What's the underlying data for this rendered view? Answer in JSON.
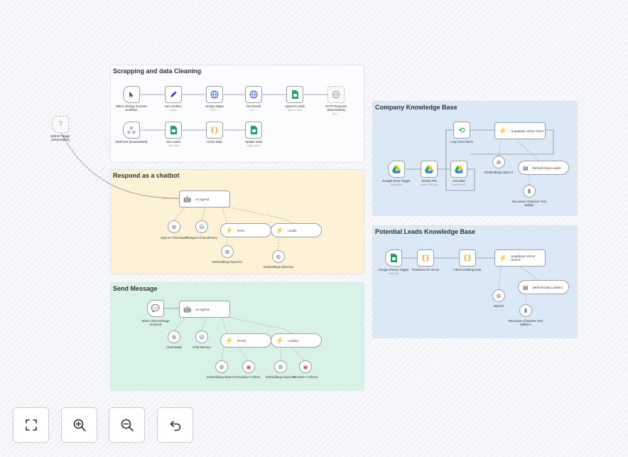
{
  "groups": [
    {
      "title": "Scrapping and data Cleaning",
      "color": "#fbfcfe"
    },
    {
      "title": "Respond as a chatbot",
      "color": "#fdf2d6"
    },
    {
      "title": "Send Message",
      "color": "#d8f3e5"
    },
    {
      "title": "Company Knowledge Base",
      "color": "#dbe8f6"
    },
    {
      "title": "Potential Leads Knowledge Base",
      "color": "#dbe8f6"
    }
  ],
  "floating": {
    "label": "WSHR Trigger (Deactivated)",
    "icon": "question-icon"
  },
  "scrapping": {
    "row1": [
      {
        "label": "When clicking 'Execute workflow'",
        "sub": "",
        "icon": "cursor-icon"
      },
      {
        "label": "Set Location",
        "sub": "output",
        "icon": "pencil-icon"
      },
      {
        "label": "Scrape Maps",
        "sub": "POST: ...",
        "icon": "globe-icon"
      },
      {
        "label": "Get Result",
        "sub": "GET: ...",
        "icon": "globe-icon"
      },
      {
        "label": "Append Leads",
        "sub": "append: sheet",
        "icon": "sheets-icon"
      },
      {
        "label": "HTTP Request1 (Deactivated)",
        "sub": "GET: ...",
        "icon": "globe-icon"
      }
    ],
    "row2": [
      {
        "label": "Webhook (Deactivated)",
        "sub": "",
        "icon": "webhook-icon"
      },
      {
        "label": "Get Leads",
        "sub": "read: sheet",
        "icon": "sheets-icon"
      },
      {
        "label": "Clean Data",
        "sub": "",
        "icon": "code-icon"
      },
      {
        "label": "Update Data",
        "sub": "update: sheet",
        "icon": "sheets-icon"
      }
    ]
  },
  "chatbot": {
    "agent": "AI Agent1",
    "chat_model": "OpenAI Chat Model",
    "memory": "Postgres Chat Memory",
    "rag": "RAG",
    "leads": "Leads",
    "emb1": "Embeddings OpenAI1",
    "emb2": "Embeddings OpenAI2"
  },
  "send": {
    "trigger": "When chat message received",
    "agent": "AI Agent1",
    "chat_model": "Chat Model",
    "memory": "Chat Memory",
    "rag": "RAG1",
    "leads": "Leads1",
    "emb1": "Embeddings OpenAI1",
    "rerank1": "Reranker Cohere",
    "emb2": "Embeddings OpenAI1",
    "rerank2": "Reranker Cohere1"
  },
  "company": {
    "trigger": "Google Drive Trigger",
    "trigger_sub": "fileUpdated",
    "search": "Search File",
    "search_sub": "search: fileFolder",
    "get": "Get Data",
    "get_sub": "download: file",
    "loop": "Loop Over Items",
    "store": "Supabase Vector Store",
    "emb": "Embeddings OpenAI",
    "loader": "Default Data Loader",
    "splitter": "Recursive Character Text Splitter"
  },
  "leads_kb": {
    "trigger": "Google Sheets Trigger",
    "trigger_sub": "rowAdded",
    "transform": "Transform for Vector",
    "check": "Check Existing Data",
    "store": "Supabase Vector Store1",
    "emb": "OpenAI",
    "loader": "Default Data Loader1",
    "splitter": "Recursive Character Text Splitter1"
  },
  "toolbar": [
    {
      "name": "fit-view-button",
      "icon": "expand-icon"
    },
    {
      "name": "zoom-in-button",
      "icon": "zoom-in-icon"
    },
    {
      "name": "zoom-out-button",
      "icon": "zoom-out-icon"
    },
    {
      "name": "reset-zoom-button",
      "icon": "undo-icon"
    }
  ]
}
